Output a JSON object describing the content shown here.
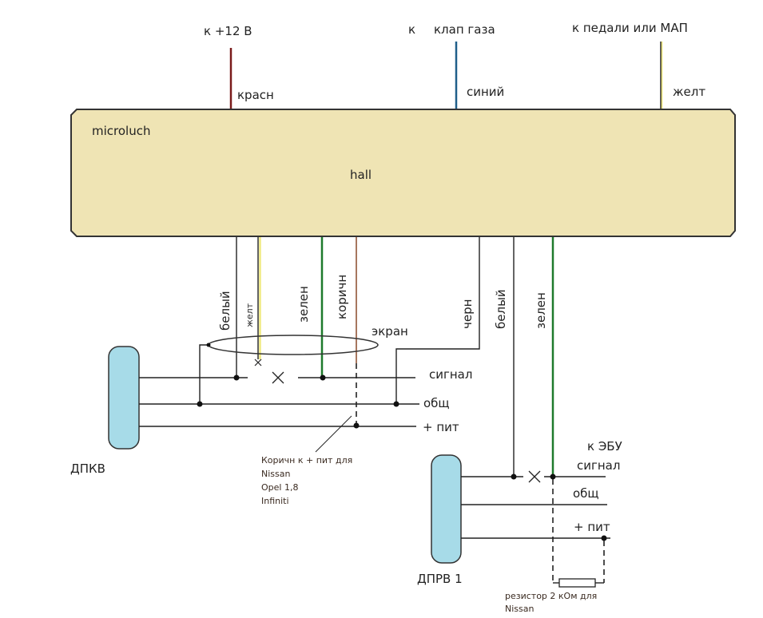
{
  "top_connections": {
    "power": {
      "target": "к +12 В",
      "wire": "красн",
      "color": "#7a1a1a"
    },
    "gas_valve": {
      "target_prefix": "к",
      "target": "клап газа",
      "wire": "синий",
      "color": "#1f5f8a"
    },
    "pedal_map": {
      "target": "к педали или МАП",
      "wire": "желт",
      "color": "#e8e070"
    }
  },
  "module": {
    "name": "microluch",
    "type": "hall",
    "fill": "#efe4b4"
  },
  "crank_cable": {
    "wires": [
      "белый",
      "желт",
      "зелен",
      "коричн"
    ],
    "shield_label": "экран",
    "colors": {
      "white": "#333333",
      "yellow": "#f0ea80",
      "green": "#1f7a2c",
      "brown": "#8a4a2a"
    }
  },
  "cam_cable": {
    "wires": [
      "черн",
      "белый",
      "зелен"
    ]
  },
  "crank_sensor": {
    "name": "ДПКВ",
    "lines": [
      "сигнал",
      "общ",
      "+ пит"
    ],
    "fill": "#a7dbe8"
  },
  "cam_sensor": {
    "name": "ДПРВ 1",
    "header": "к ЭБУ",
    "lines": [
      "сигнал",
      "общ",
      "+ пит"
    ],
    "fill": "#a7dbe8"
  },
  "notes": {
    "brown_note": [
      "Коричн к + пит для",
      "Nissan",
      "Opel 1,8",
      "Infiniti"
    ],
    "resistor_note": [
      "резистор 2 кОм для",
      "Nissan"
    ]
  }
}
